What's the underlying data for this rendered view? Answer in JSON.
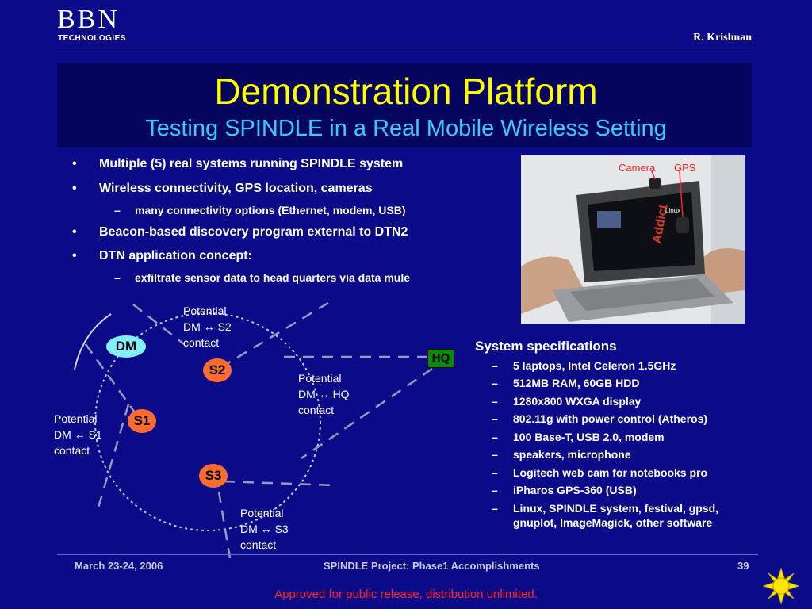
{
  "header": {
    "logo_main": "BBN",
    "logo_sub": "TECHNOLOGIES",
    "author": "R. Krishnan"
  },
  "slide": {
    "title": "Demonstration Platform",
    "subtitle": "Testing SPINDLE in a Real Mobile Wireless Setting"
  },
  "bullets": [
    {
      "text": "Multiple (5) real systems running SPINDLE system"
    },
    {
      "text": "Wireless connectivity, GPS location, cameras"
    },
    {
      "text": "many connectivity options (Ethernet, modem, USB)"
    },
    {
      "text": "Beacon-based discovery program external to DTN2"
    },
    {
      "text": "DTN application concept:"
    },
    {
      "text": "exfiltrate sensor data to head quarters via data mule"
    }
  ],
  "markers": {
    "bullet": "•",
    "dash": "–",
    "arrow": "↔"
  },
  "photo": {
    "camera_label": "Camera",
    "gps_label": "GPS",
    "screen_text": "Addict",
    "os_sticker": "Linux"
  },
  "diagram": {
    "nodes": {
      "dm": "DM",
      "s1": "S1",
      "s2": "S2",
      "s3": "S3",
      "hq": "HQ"
    },
    "word_potential": "Potential",
    "word_contact": "contact",
    "contacts": {
      "s2": {
        "from": "DM",
        "to": "S2"
      },
      "hq": {
        "from": "DM",
        "to": "HQ"
      },
      "s1": {
        "from": "DM",
        "to": "S1"
      },
      "s3": {
        "from": "DM",
        "to": "S3"
      }
    }
  },
  "specs": {
    "title": "System specifications",
    "items": [
      "5 laptops, Intel Celeron 1.5GHz",
      "512MB RAM, 60GB HDD",
      "1280x800 WXGA display",
      "802.11g with power control (Atheros)",
      "100 Base-T, USB 2.0, modem",
      "speakers, microphone",
      "Logitech web cam for notebooks pro",
      "iPharos GPS-360 (USB)",
      "Linux, SPINDLE system, festival, gpsd,",
      "gnuplot, ImageMagick, other software"
    ]
  },
  "footer": {
    "date": "March 23-24, 2006",
    "project": "SPINDLE Project: Phase1 Accomplishments",
    "page": "39",
    "approval": "Approved for public release, distribution unlimited."
  },
  "colors": {
    "background": "#0b0b8a",
    "title": "#ffff00",
    "subtitle": "#33ccff",
    "node_orange": "#ff6a2e",
    "node_dm": "#7ff0ff",
    "node_hq": "#0a8a0a",
    "approval": "#ff2020"
  }
}
